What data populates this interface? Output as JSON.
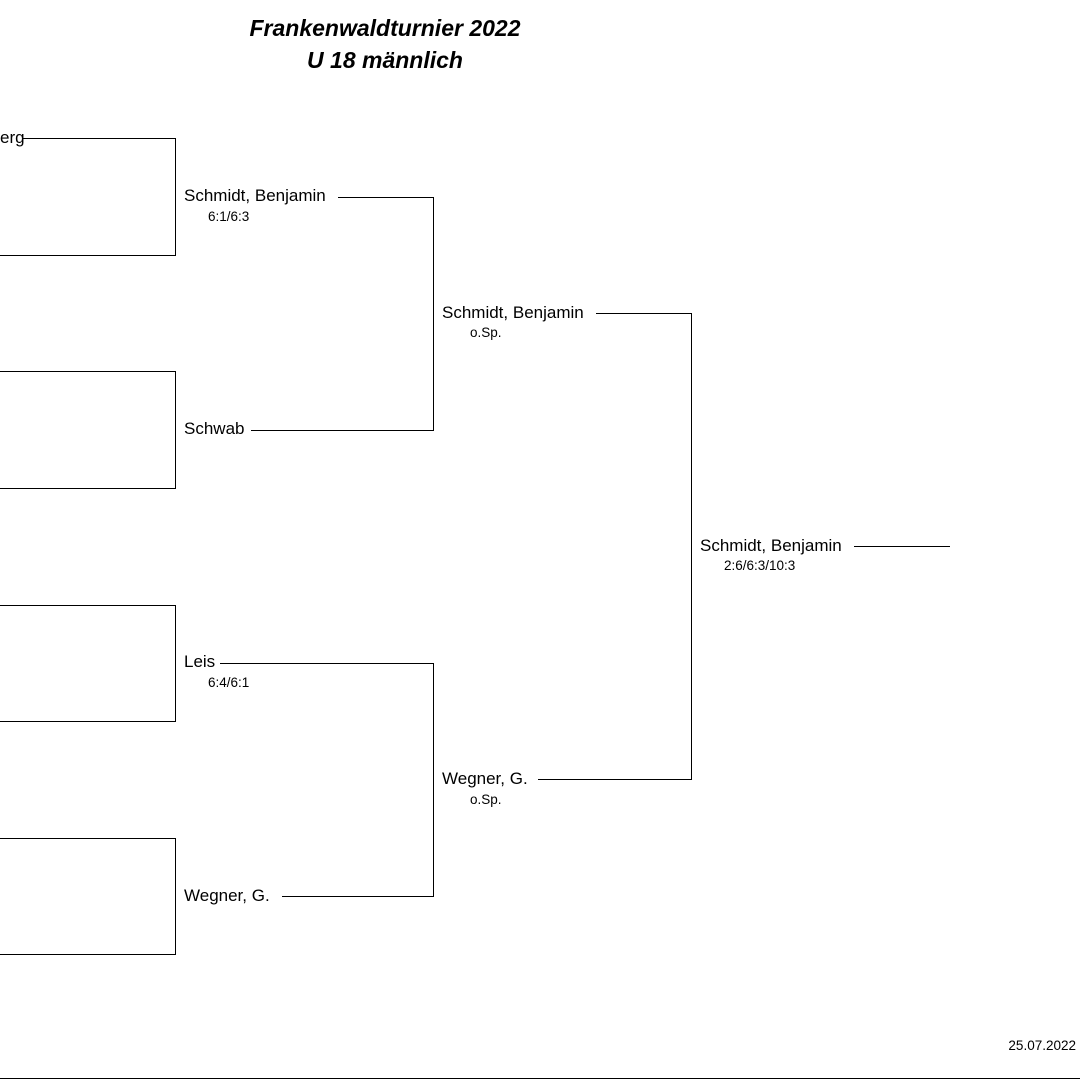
{
  "header": {
    "title": "Frankenwaldturnier 2022",
    "subtitle": "U 18 männlich"
  },
  "round1": {
    "partial_name": "erg"
  },
  "round2": [
    {
      "name": "Schmidt, Benjamin",
      "score": "6:1/6:3"
    },
    {
      "name": "Schwab",
      "score": ""
    },
    {
      "name": "Leis",
      "score": "6:4/6:1"
    },
    {
      "name": "Wegner, G.",
      "score": ""
    }
  ],
  "semifinal": [
    {
      "name": "Schmidt, Benjamin",
      "score": "o.Sp."
    },
    {
      "name": "Wegner, G.",
      "score": "o.Sp."
    }
  ],
  "final": {
    "name": "Schmidt, Benjamin",
    "score": "2:6/6:3/10:3"
  },
  "footer": {
    "date": "25.07.2022"
  }
}
